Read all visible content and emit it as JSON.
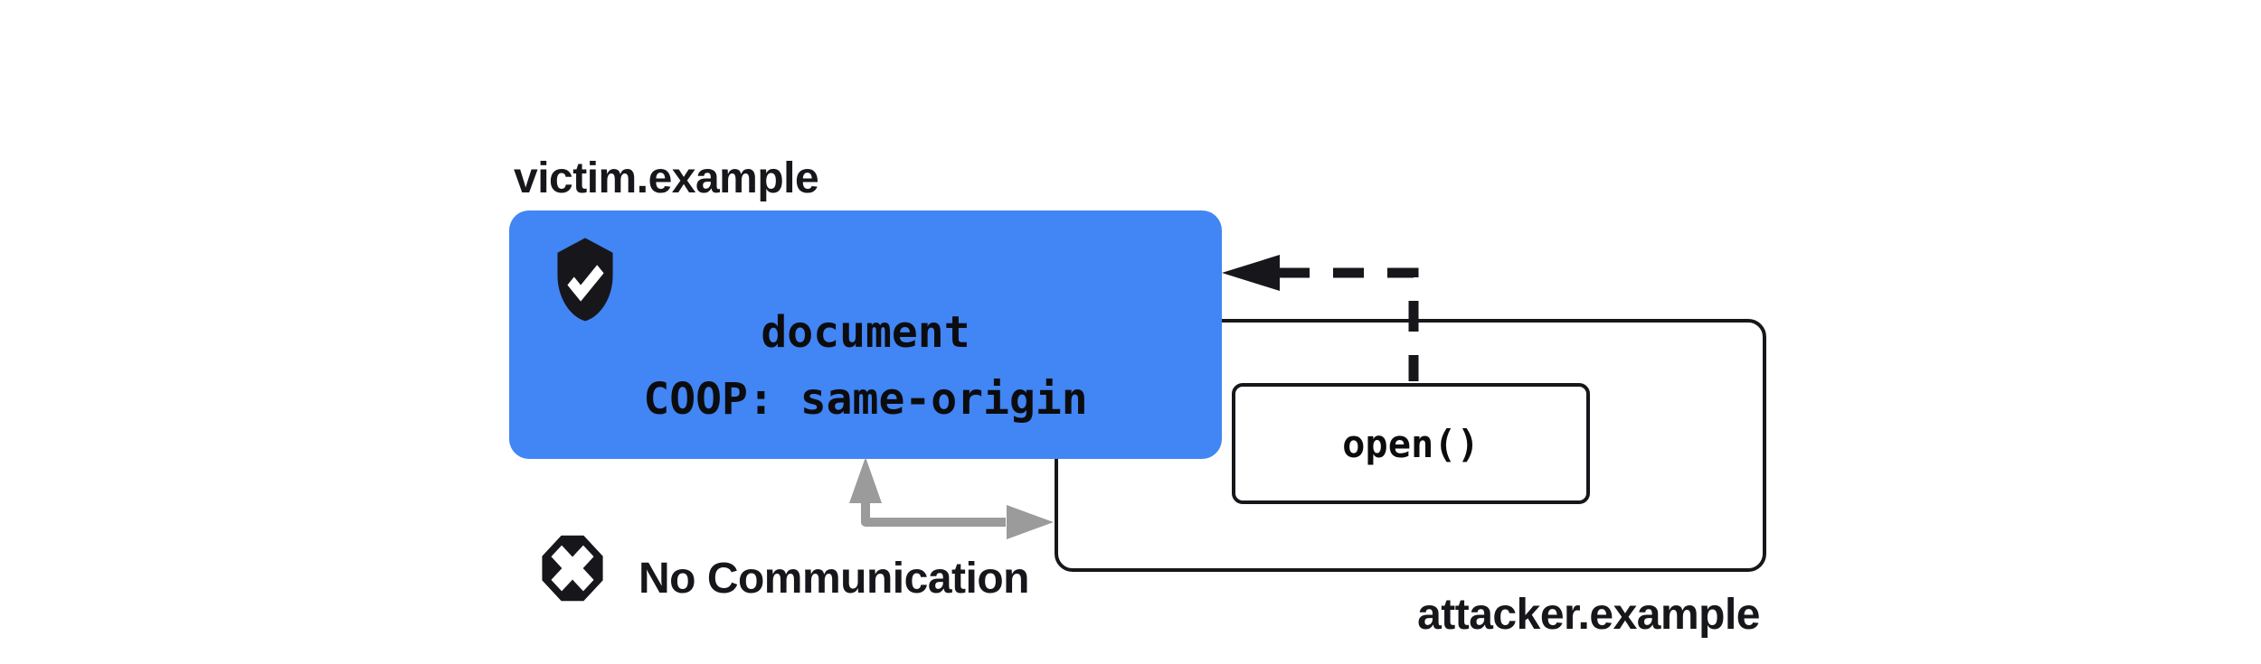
{
  "victim": {
    "label": "victim.example",
    "doc_line1": "document",
    "doc_line2": "COOP: same-origin"
  },
  "attacker": {
    "label": "attacker.example",
    "open_call": "open()"
  },
  "no_communication": {
    "label": "No Communication"
  },
  "icons": {
    "shield": "shield-check-icon",
    "blocked": "blocked-x-icon"
  },
  "colors": {
    "victim_box": "#4285F4",
    "ink": "#17171b",
    "arrow_gray": "#9B9B9B",
    "background": "#FFFFFF",
    "glyph": "#FFFFFF"
  }
}
